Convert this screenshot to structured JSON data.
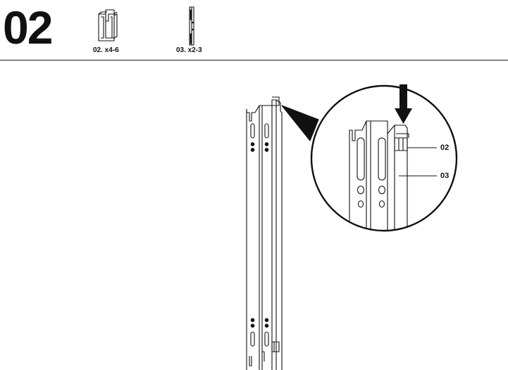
{
  "step": {
    "number": "02"
  },
  "parts": [
    {
      "label": "02. x4-6",
      "icon": "clip-icon"
    },
    {
      "label": "03. x2-3",
      "icon": "upright-post-icon"
    }
  ],
  "callouts": [
    {
      "label": "02"
    },
    {
      "label": "03"
    }
  ],
  "colors": {
    "line": "#111111",
    "background": "#ffffff"
  }
}
